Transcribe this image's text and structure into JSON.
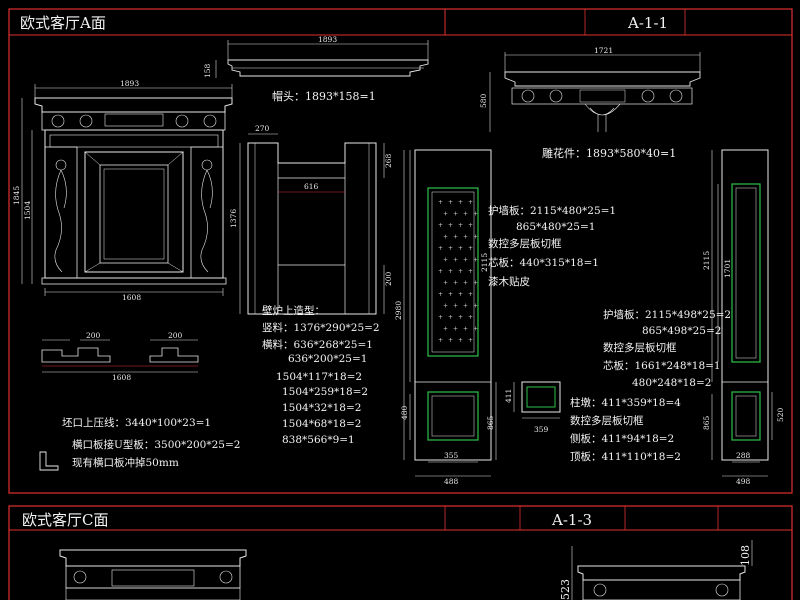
{
  "colors": {
    "background": "#000000",
    "frame": "#e03030",
    "line": "#e8e8e8",
    "accent": "#2ec04a"
  },
  "sheet_a": {
    "title": "欧式客厅A面",
    "sheet_no": "A-1-1",
    "mantel_cap": {
      "dim_width": "1893",
      "dim_height": "158",
      "label": "帽头：1893*158=1"
    },
    "carving": {
      "dim_width": "1721",
      "dim_height": "580",
      "label": "雕花件：1893*580*40=1"
    },
    "fireplace": {
      "dim_top": "1893",
      "dim_left_outer": "1845",
      "dim_left_inner": "1504",
      "dim_bottom": "1608"
    },
    "frame": {
      "dim_top": "270",
      "dim_inner": "616",
      "dim_left": "1376",
      "dim_right_top": "268",
      "dim_right_bottom": "200"
    },
    "frame_notes": [
      "壁炉上造型：",
      "竖料：1376*290*25=2",
      "横料：636*268*25=1",
      "636*200*25=1",
      "1504*117*18=2",
      "1504*259*18=2",
      "1504*32*18=2",
      "1504*68*18=2",
      "838*566*9=1"
    ],
    "base_dims": [
      "200",
      "200",
      "1608"
    ],
    "mouth_notes": [
      "坯口上压线：3440*100*23=1",
      "横口板接U型板：3500*200*25=2",
      "现有横口板冲掉50mm"
    ],
    "panel_a": {
      "dim_total": "2980",
      "dim_upper": "2115",
      "dim_lower": "480",
      "dim_lower2": "865",
      "dim_bottom_inner": "355",
      "dim_bottom_outer": "488",
      "notes": [
        "护墙板：2115*480*25=1",
        "865*480*25=1",
        "数控多层板切框",
        "芯板：440*315*18=1",
        "漆木贴皮"
      ]
    },
    "post": {
      "dim_height": "411",
      "dim_width": "359"
    },
    "panel_b": {
      "dim_upper": "2115",
      "dim_inner": "1701",
      "dim_lower": "865",
      "dim_lower2": "520",
      "dim_bottom_inner": "288",
      "dim_bottom_outer": "498",
      "notes": [
        "护墙板：2115*498*25=2",
        "865*498*25=2",
        "数控多层板切框",
        "芯板：1661*248*18=1",
        "480*248*18=2",
        "柱墩：411*359*18=4",
        "数控多层板切框",
        "侧板：411*94*18=2",
        "顶板：411*110*18=2"
      ]
    }
  },
  "sheet_c": {
    "title": "欧式客厅C面",
    "sheet_no": "A-1-3",
    "dims": [
      "523",
      "108"
    ]
  }
}
